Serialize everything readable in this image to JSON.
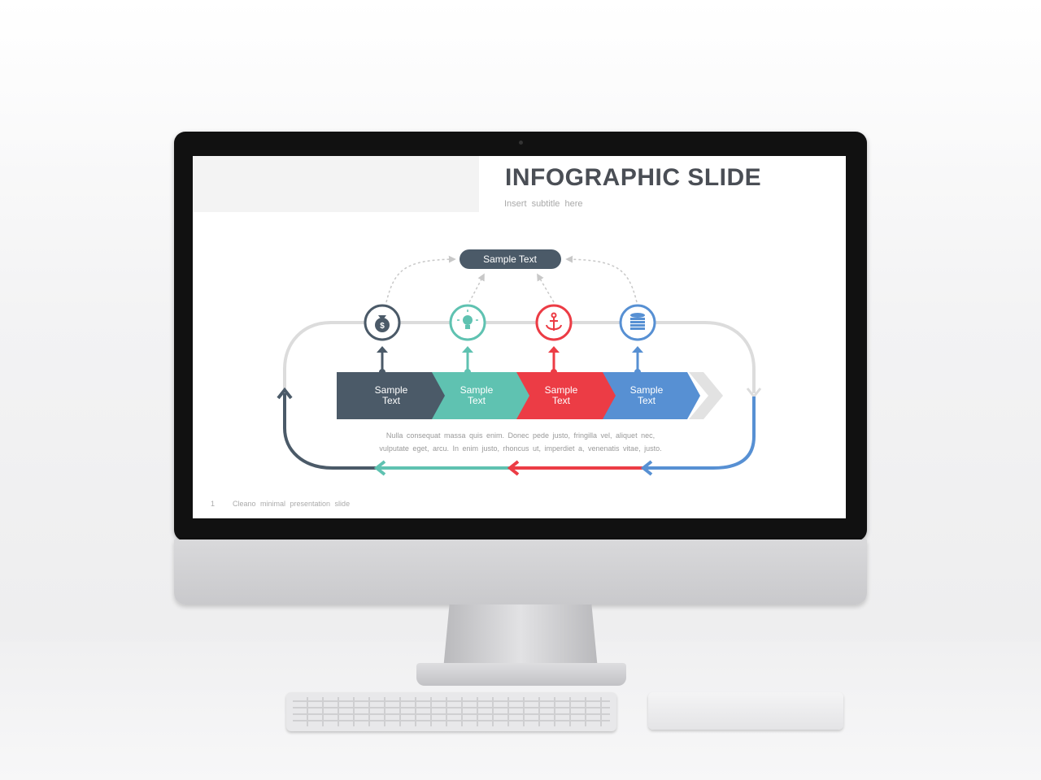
{
  "slide": {
    "title": "INFOGRAPHIC SLIDE",
    "subtitle": "Insert  subtitle  here",
    "top_label": "Sample Text",
    "steps": [
      {
        "label_line1": "Sample",
        "label_line2": "Text",
        "icon": "money-bag-icon",
        "color": "#4b5a68"
      },
      {
        "label_line1": "Sample",
        "label_line2": "Text",
        "icon": "lightbulb-icon",
        "color": "#5fc2b1"
      },
      {
        "label_line1": "Sample",
        "label_line2": "Text",
        "icon": "anchor-icon",
        "color": "#ec3c45"
      },
      {
        "label_line1": "Sample",
        "label_line2": "Text",
        "icon": "coins-stack-icon",
        "color": "#5790d3"
      }
    ],
    "body_text": "Nulla  consequat  massa  quis  enim.  Donec  pede  justo,  fringilla  vel,  aliquet  nec, vulputate  eget,  arcu.  In  enim  justo,  rhoncus  ut,  imperdiet  a,  venenatis  vitae,  justo.",
    "footer_page": "1",
    "footer_text": "Cleano  minimal  presentation  slide"
  },
  "colors": {
    "dark": "#4b5a68",
    "teal": "#5fc2b1",
    "red": "#ec3c45",
    "blue": "#5790d3",
    "loop_gray": "#dcdcdc"
  }
}
